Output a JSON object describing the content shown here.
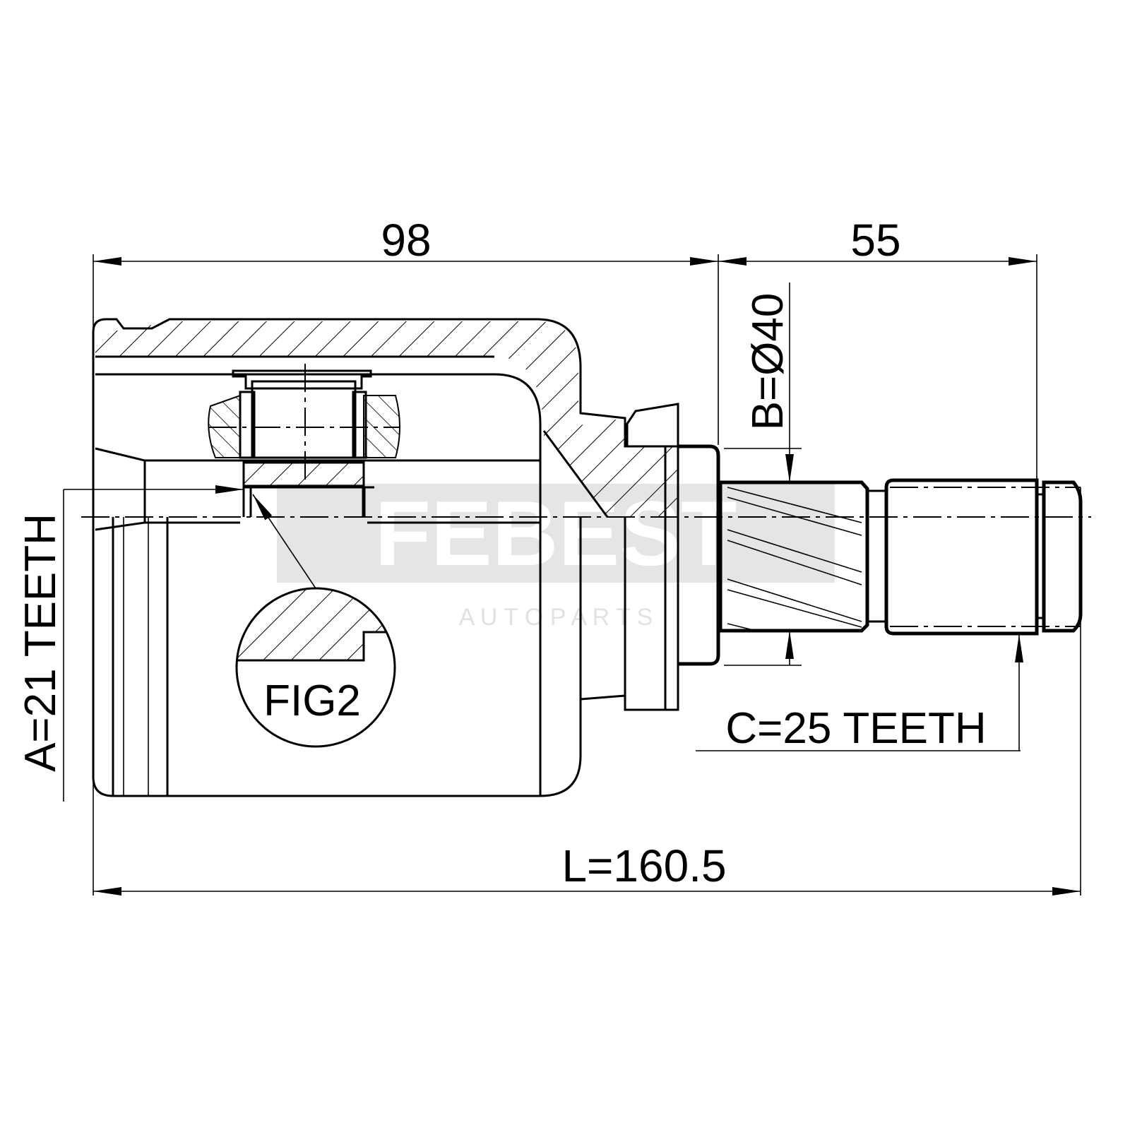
{
  "drawing": {
    "dimensions": {
      "housing_length": "98",
      "shaft_length": "55",
      "total_length": "L=160.5",
      "diameter_b": "B=Ø40",
      "teeth_a": "A=21 TEETH",
      "teeth_c": "C=25 TEETH"
    },
    "detail_label": "FIG2",
    "watermark": {
      "brand": "FEBEST",
      "sub": "A U T O   P A R T S"
    },
    "colors": {
      "line": "#000000",
      "watermark": "#e2e2e2",
      "background": "#ffffff"
    }
  }
}
